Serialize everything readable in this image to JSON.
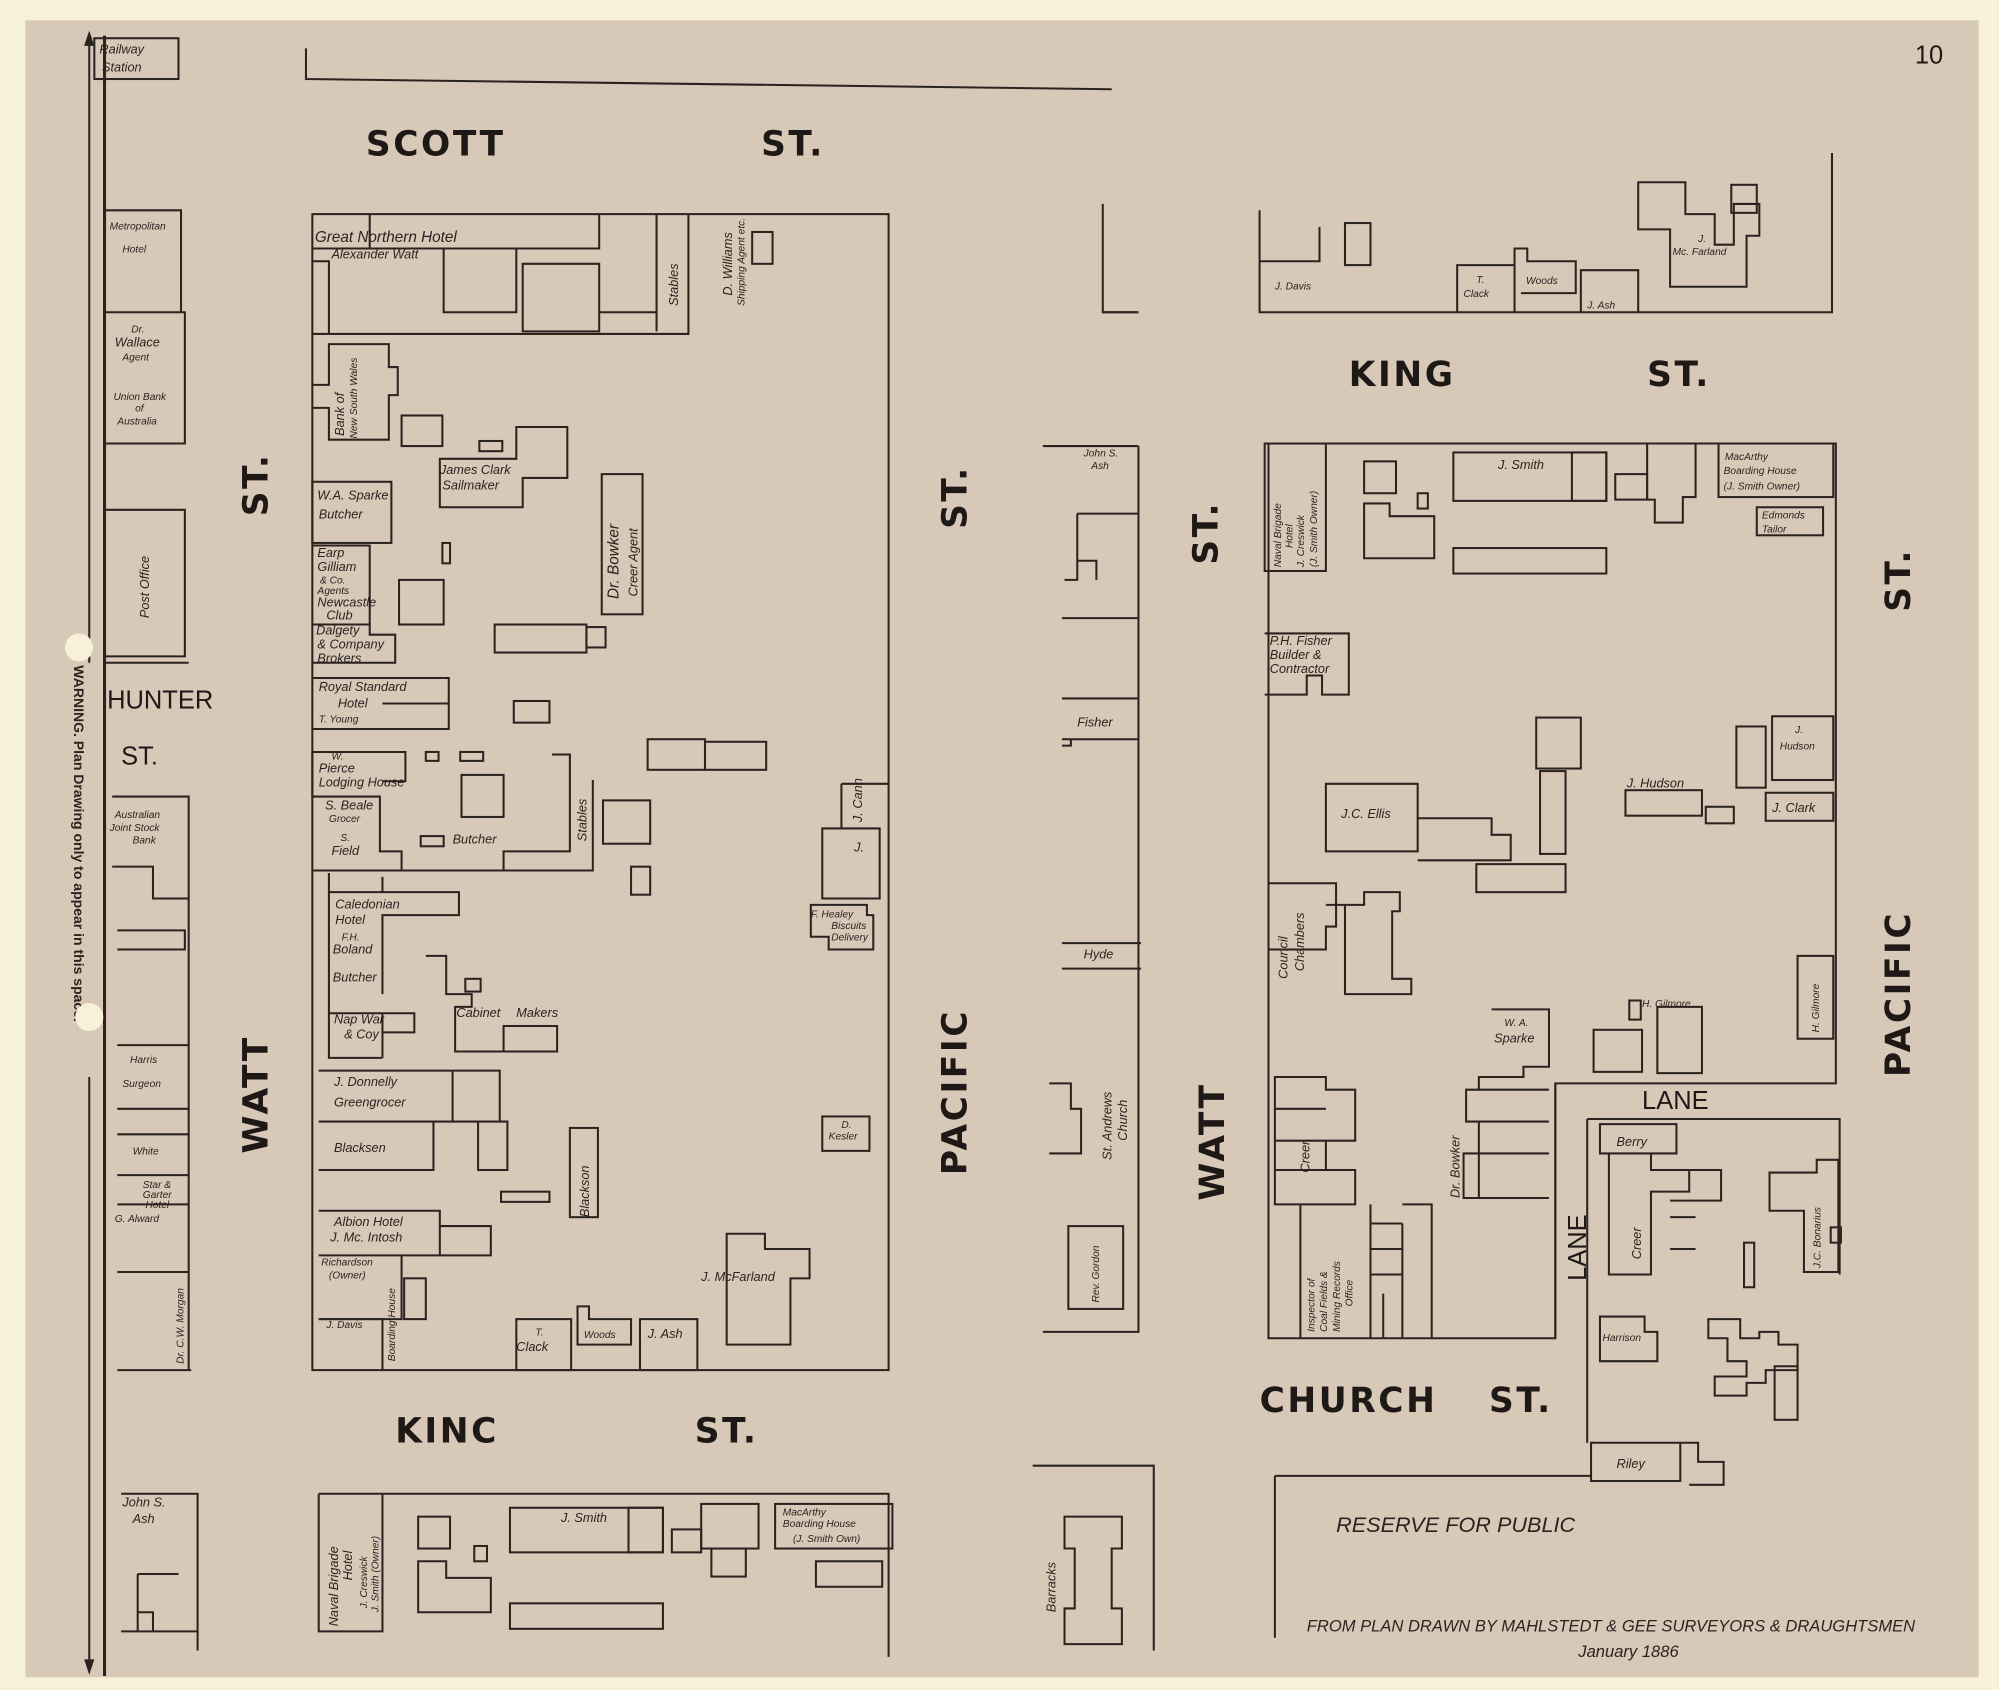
{
  "page_number": "10",
  "railway": [
    "Railway",
    "Station"
  ],
  "warning": "WARNING. Plan Drawing only to appear in this space.",
  "streets": {
    "scott": "SCOTT",
    "st": "ST.",
    "king": "KING",
    "kinc": "KINC",
    "watt": "WATT",
    "pacific": "PACIFIC",
    "church": "CHURCH",
    "hunter": "HUNTER",
    "lane": "LANE"
  },
  "reserve": "RESERVE FOR PUBLIC",
  "credit": "FROM PLAN DRAWN BY MAHLSTEDT & GEE SURVEYORS & DRAUGHTSMEN",
  "date": "January 1886",
  "colors": {
    "paper": "#f7f1d8",
    "sheet": "#d8c8b8",
    "ink": "#2b2320"
  },
  "labels": [
    "Great Northern Hotel",
    "Alexander Watt",
    "Stables",
    "D. Williams",
    "Shipping Agent etc.",
    "Bank of",
    "New South Wales",
    "James Clark",
    "Sailmaker",
    "W.A. Sparke",
    "Butcher",
    "Dr. Bowker",
    "Creer Agent",
    "Earp",
    "Gilliam",
    "& Co.",
    "Agents",
    "Newcastle",
    "Club",
    "Dalgety",
    "& Company",
    "Brokers",
    "Royal Standard",
    "Hotel",
    "T. Young",
    "W.",
    "Pierce",
    "Lodging House",
    "S. Beale",
    "Grocer",
    "S.",
    "Field",
    "Butcher",
    "Stables",
    "J. Cann",
    "J.",
    "F. Healey",
    "Biscuits",
    "Delivery",
    "Caledonian",
    "Hotel",
    "F.H.",
    "Boland",
    "Butcher",
    "Nap War",
    "& Coy",
    "Cabinet",
    "Makers",
    "J. Donnelly",
    "Greengrocer",
    "Blacksen",
    "Blackson",
    "D.",
    "Kesler",
    "Albion Hotel",
    "J. Mc. Intosh",
    "Richardson",
    "(Owner)",
    "Boarding House",
    "J. Davis",
    "J. McFarland",
    "T.",
    "Clack",
    "Woods",
    "J. Ash",
    "Metropolitan",
    "Hotel",
    "Dr.",
    "Wallace",
    "Agent",
    "Union Bank",
    "of",
    "Australia",
    "Post Office",
    "Australian",
    "Joint Stock",
    "Bank",
    "Harris",
    "Surgeon",
    "White",
    "Star &",
    "Garter",
    "Hotel",
    "G. Alward",
    "Dr. C.W. Morgan",
    "John S.",
    "Ash",
    "Naval Brigade",
    "Hotel",
    "J. Creswick",
    "J. Smith (Owner)",
    "J. Smith",
    "MacArthy",
    "Boarding House",
    "(J. Smith Own)",
    "John S.",
    "Ash",
    "Fisher",
    "Hyde",
    "St. Andrews",
    "Church",
    "Rev. Gordon",
    "Barracks",
    "J. Davis",
    "T.",
    "Clack",
    "Woods",
    "J. Ash",
    "J.",
    "Mc. Farland",
    "Naval Brigade",
    "Hotel",
    "J. Creswick",
    "(J. Smith Owner)",
    "J. Smith",
    "MacArthy",
    "Boarding House",
    "(J. Smith Owner)",
    "Edmonds",
    "Tailor",
    "P.H. Fisher",
    "Builder &",
    "Contractor",
    "J.",
    "Hudson",
    "J. Hudson",
    "J. Clark",
    "J.C. Ellis",
    "Council",
    "Chambers",
    "H. Gilmore",
    "H. Gilmore",
    "W. A.",
    "Sparke",
    "Creer",
    "Dr. Bowker",
    "Inspector of",
    "Coal Fields &",
    "Mining Records",
    "Office",
    "Berry",
    "Creer",
    "J.C. Bonarius",
    "Harrison",
    "Riley"
  ]
}
